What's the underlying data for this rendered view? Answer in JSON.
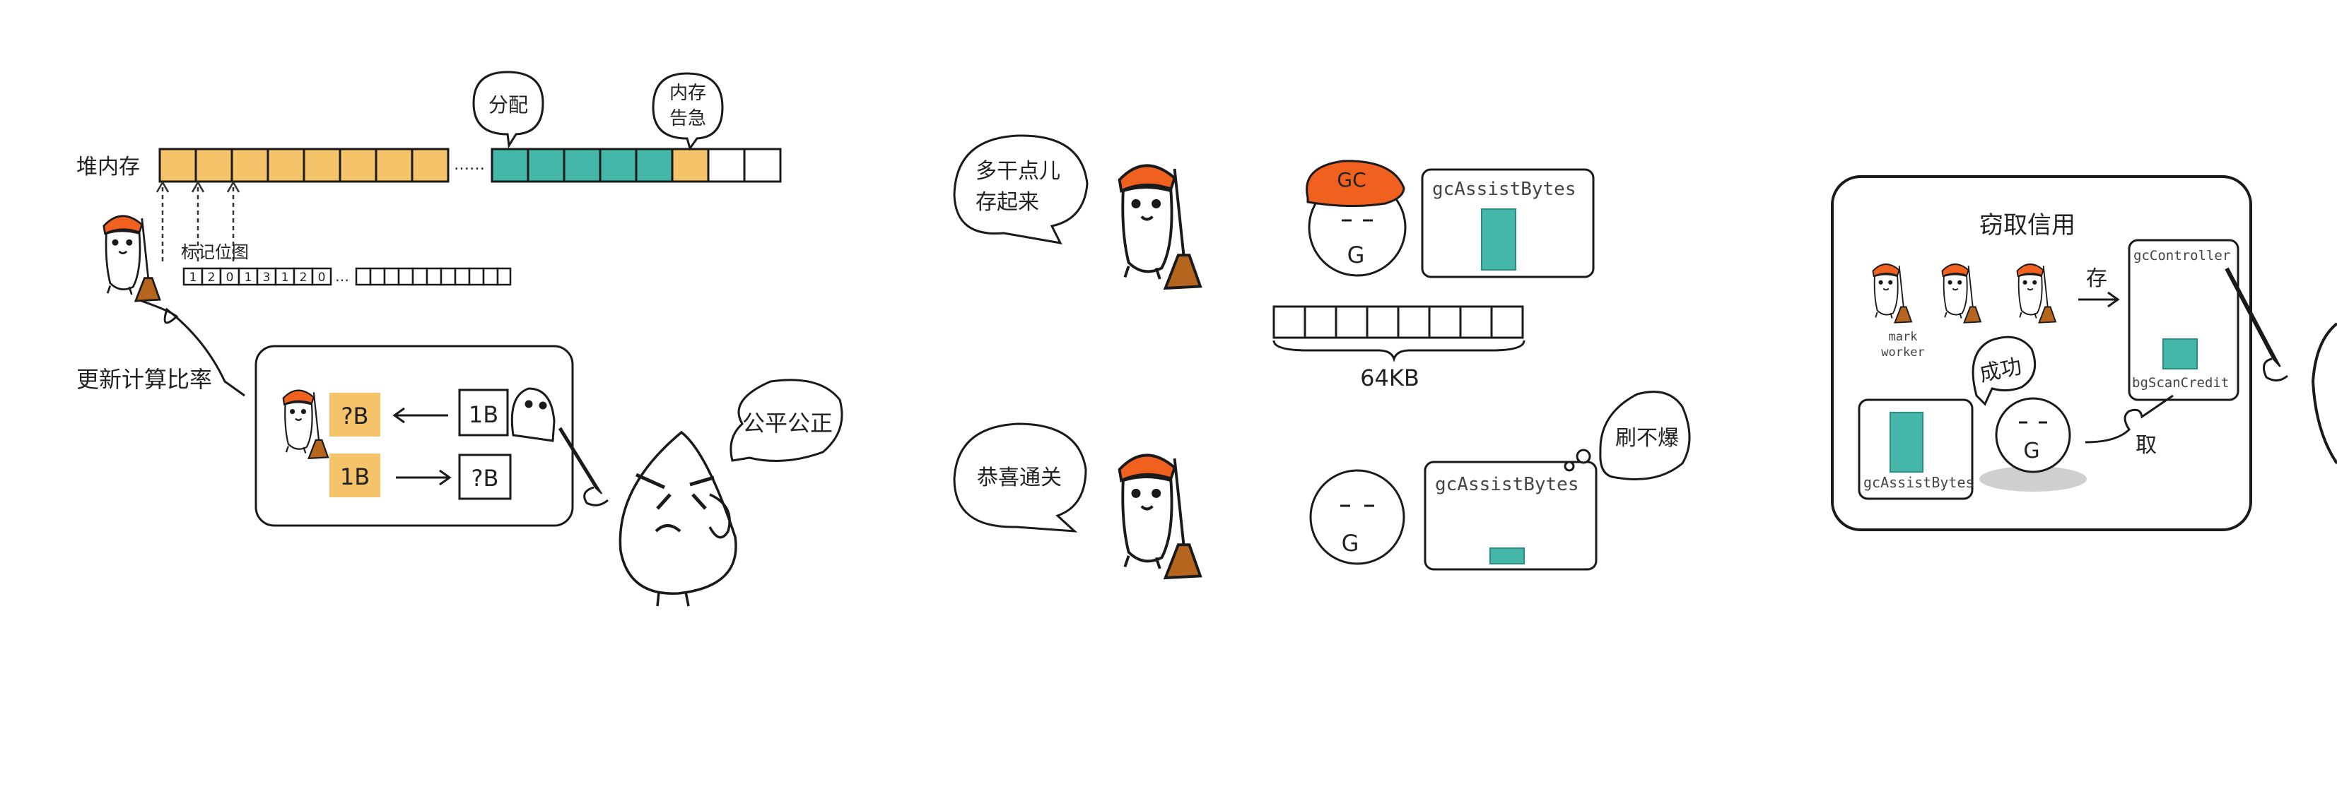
{
  "colors": {
    "mark": "#f5c46a",
    "alloc": "#45b7a9",
    "orange": "#f0601f",
    "ink": "#1a1a1a",
    "shadow": "#cfcfcf"
  },
  "icons": [
    "gopher-sweeper-icon",
    "speech-bubble-icon",
    "thought-bubble-icon",
    "pointer-stick-icon",
    "broom-icon",
    "gc-hat-icon"
  ],
  "panel1": {
    "heap_label": "堆内存",
    "dots": "……",
    "bubble_alloc": "分配",
    "bubble_urgent_1": "内存",
    "bubble_urgent_2": "告急",
    "bitmap_label": "标记位图",
    "bitmap_bits": [
      "1",
      "2",
      "0",
      "1",
      "3",
      "1",
      "2",
      "0"
    ],
    "bitmap_dots": "…",
    "update_ratio": "更新计算比率",
    "ratio_unknown_top": "?B",
    "ratio_known_top": "1B",
    "ratio_known_bottom": "1B",
    "ratio_unknown_bottom": "?B",
    "bubble_fair": "公平公正"
  },
  "panel2": {
    "bubble_work_1": "多干点儿",
    "bubble_work_2": "存起来",
    "hat_label": "GC",
    "g_label": "G",
    "assist_title": "gcAssistBytes",
    "assist_level": 0.72,
    "span_label": "64KB",
    "bubble_congrats": "恭喜通关",
    "g_label_2": "G",
    "assist_title_2": "gcAssistBytes",
    "assist_level_2": 0.18,
    "bubble_not_burst": "刷不爆"
  },
  "panel3": {
    "title": "窃取信用",
    "controller_title": "gcController",
    "credit_label": "bgScanCredit",
    "credit_level": 0.3,
    "store_label": "存",
    "mark_worker_1": "mark",
    "mark_worker_2": "worker",
    "bubble_success": "成功",
    "g_label": "G",
    "assist_title": "gcAssistBytes",
    "assist_level": 0.75,
    "take_label": "取"
  }
}
